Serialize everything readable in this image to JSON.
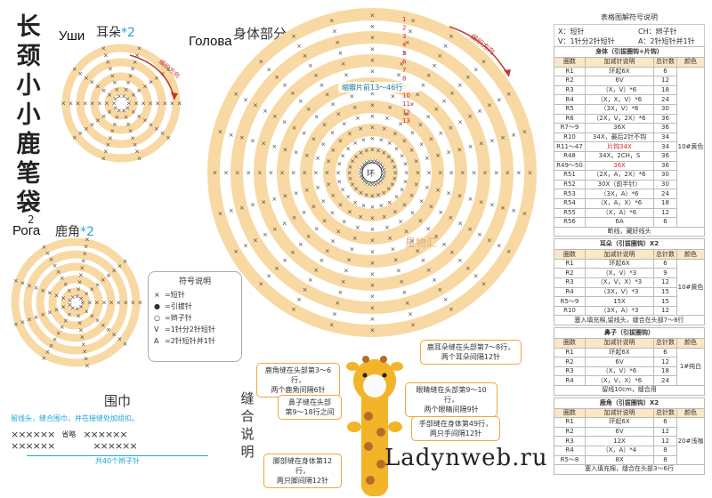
{
  "title_vertical": [
    "长",
    "颈",
    "小",
    "小",
    "鹿",
    "笔",
    "袋"
  ],
  "title_page_number": "2",
  "labels": {
    "ears": "耳朵",
    "ears_count": "*2",
    "ears_ru": "Уши",
    "head": "身体部分",
    "head_ru": "Голова",
    "horns": "鹿角",
    "horns_count": "*2",
    "horns_ru": "Рога",
    "body_watermark": "星物汇",
    "body_arrow": "编织方向",
    "ear_arrow": "编织方向",
    "body_band": "缩瓣片前13～46行"
  },
  "legend_box": {
    "title": "符号说明",
    "items": [
      {
        "sym": "×",
        "text": "=短针"
      },
      {
        "sym": "●",
        "text": "=引拔针"
      },
      {
        "sym": "○",
        "text": "=辫子针"
      },
      {
        "sym": "V",
        "text": "=1针分2针短针"
      },
      {
        "sym": "A",
        "text": "=2针短针并1针"
      }
    ]
  },
  "legend_top": {
    "title": "表格图解符号说明",
    "items": [
      "X：短针",
      "CH：辫子针",
      "V：1针分2针短针",
      "A：2针短针并1针"
    ]
  },
  "body_table": {
    "title": "身体（引拔圈钩+片钩）",
    "headers": [
      "圈数",
      "加减针说明",
      "总针数",
      "颜色"
    ],
    "rows": [
      [
        "R1",
        "环起6X",
        "6"
      ],
      [
        "R2",
        "6V",
        "12"
      ],
      [
        "R3",
        "（X，V）*6",
        "18"
      ],
      [
        "R4",
        "（X，X，V）*6",
        "24"
      ],
      [
        "R5",
        "（3X，V）*6",
        "30"
      ],
      [
        "R6",
        "（2X，V，2X）*6",
        "36"
      ],
      [
        "R7～9",
        "36X",
        "36"
      ],
      [
        "R10",
        "34X，最后2针不钩",
        "34"
      ],
      [
        "R11～47",
        "片钩34X",
        "34"
      ],
      [
        "R48",
        "34X，2CH，S",
        "36"
      ],
      [
        "R49～50",
        "36X",
        "36"
      ],
      [
        "R51",
        "（2X，A，2X）*6",
        "30"
      ],
      [
        "R52",
        "30X（前半针）",
        "30"
      ],
      [
        "R53",
        "（3X，A）*6",
        "24"
      ],
      [
        "R54",
        "（X，A，X）*6",
        "18"
      ],
      [
        "R55",
        "（X，A）*6",
        "12"
      ],
      [
        "R56",
        "6A",
        "6"
      ]
    ],
    "color": "10#黄色",
    "footer": "断线，藏好线头"
  },
  "ear_table": {
    "title": "耳朵（引拔圈钩）X2",
    "headers": [
      "圈数",
      "加减针说明",
      "总针数",
      "颜色"
    ],
    "rows": [
      [
        "R1",
        "环起6X",
        "6"
      ],
      [
        "R2",
        "（X，V）*3",
        "9"
      ],
      [
        "R3",
        "（X，V，X）*3",
        "12"
      ],
      [
        "R4",
        "（3X，V）*3",
        "15"
      ],
      [
        "R5～9",
        "15X",
        "15"
      ],
      [
        "R10",
        "（3X，A）*3",
        "12"
      ]
    ],
    "color": "10#黄色",
    "footer": "塞入填充棉,留线头，缝合在头部7～8行"
  },
  "nose_table": {
    "title": "鼻子（引拔圈钩）",
    "headers": [
      "圈数",
      "加减针说明",
      "总针数",
      "颜色"
    ],
    "rows": [
      [
        "R1",
        "环起6X",
        "6"
      ],
      [
        "R2",
        "6V",
        "12"
      ],
      [
        "R3",
        "（X，V）*6",
        "18"
      ],
      [
        "R4",
        "（X，V，X）*6",
        "24"
      ]
    ],
    "color": "1#纯白",
    "footer": "留线10cm，缝合用"
  },
  "horn_table": {
    "title": "鹿角（引拔圈钩）X2",
    "headers": [
      "圈数",
      "加减针说明",
      "总针数",
      "颜色"
    ],
    "rows": [
      [
        "R1",
        "环起6X",
        "6"
      ],
      [
        "R2",
        "6V",
        "12"
      ],
      [
        "R3",
        "12X",
        "12"
      ],
      [
        "R4",
        "（X，A）*4",
        "8"
      ],
      [
        "R5～8",
        "8X",
        "8"
      ]
    ],
    "color": "20#浅咖",
    "footer": "塞入填充棉，缝合在头部3～6行"
  },
  "assembly": {
    "title": [
      "缝",
      "合",
      "说",
      "明"
    ],
    "notes": [
      "鹿耳朵缝在头部第7～8行，\n两个耳朵间隔12针",
      "鹿角缝在头部第3～6行，\n两个鹿角间隔6针",
      "眼睛缝在头部第9～10行，\n两个眼睛间隔9针",
      "鼻子缝在头部\n第9～18行之间",
      "手部缝在身体第49行，\n两只手间隔12针",
      "脚部缝在身体第12行，\n两只脚间隔12针"
    ]
  },
  "scarf": {
    "title": "围巾",
    "instruction": "留线头，缝合围巾，并在接缝处加组扣。",
    "omitted": "省略",
    "count": "共40个辫子针",
    "stitches": "××××××"
  },
  "site_watermark": "Ladynweb.ru",
  "colors": {
    "ring": "#f8d9a3",
    "accent": "#23a5d4",
    "red": "#d8262e",
    "giraffe": "#f2b52a",
    "spot": "#b86a28"
  },
  "ring_row_labels": [
    "1",
    "2",
    "3",
    "4",
    "5",
    "6",
    "7",
    "8",
    "9",
    "10",
    "11",
    "12",
    "13"
  ]
}
